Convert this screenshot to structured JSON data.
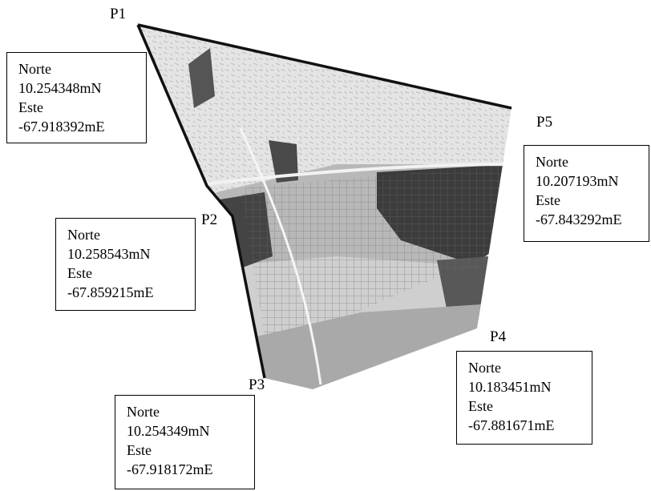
{
  "colors": {
    "background": "#ffffff",
    "boundary": "#111111",
    "map_light": "#e2e2e2",
    "map_dark": "#3a3a3a",
    "map_mid": "#9a9a9a"
  },
  "points": [
    {
      "id": "p1",
      "label": "P1",
      "norte_label": "Norte",
      "norte": "10.254348mN",
      "este_label": "Este",
      "este": "-67.918392mE"
    },
    {
      "id": "p2",
      "label": "P2",
      "norte_label": "Norte",
      "norte": "10.258543mN",
      "este_label": "Este",
      "este": "-67.859215mE"
    },
    {
      "id": "p3",
      "label": "P3",
      "norte_label": "Norte",
      "norte": "10.254349mN",
      "este_label": "Este",
      "este": "-67.918172mE"
    },
    {
      "id": "p4",
      "label": "P4",
      "norte_label": "Norte",
      "norte": "10.183451mN",
      "este_label": "Este",
      "este": "-67.881671mE"
    },
    {
      "id": "p5",
      "label": "P5",
      "norte_label": "Norte",
      "norte": "10.207193mN",
      "este_label": "Este",
      "este": "-67.843292mE"
    }
  ]
}
